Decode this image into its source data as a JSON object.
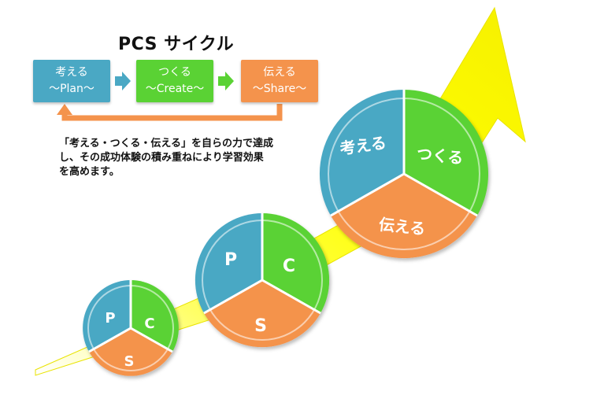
{
  "title": "PCS サイクル",
  "steps": [
    {
      "line1": "考える",
      "line2": "〜Plan〜"
    },
    {
      "line1": "つくる",
      "line2": "〜Create〜"
    },
    {
      "line1": "伝える",
      "line2": "〜Share〜"
    }
  ],
  "description": [
    "「考える・つくる・伝える」を自らの力で達成",
    "し、その成功体験の積み重ねにより学習効果",
    "を高めます。"
  ],
  "cycles": [
    {
      "p": "P",
      "c": "C",
      "s": "S"
    },
    {
      "p": "P",
      "c": "C",
      "s": "S"
    },
    {
      "p": "考える",
      "c": "つくる",
      "s": "伝える"
    }
  ],
  "colors": {
    "plan": "#4aa8c4",
    "create": "#5ad234",
    "share": "#f4934c",
    "arrow": "#ffff00",
    "connector_arrow": "#4aa8c4",
    "return_arrow": "#f4934c"
  }
}
